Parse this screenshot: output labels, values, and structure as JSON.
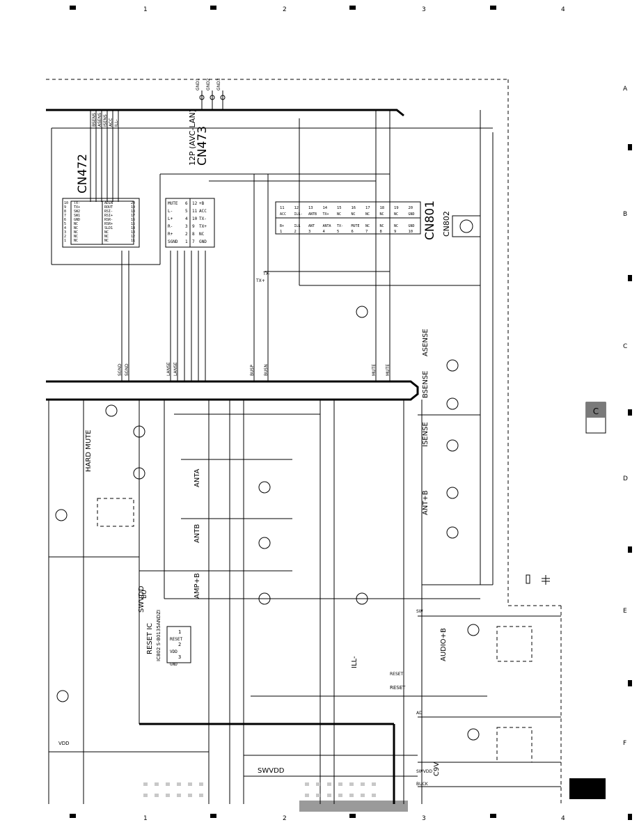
{
  "margin_markers": {
    "top": [
      "1",
      "2",
      "3",
      "4"
    ],
    "bottom": [
      "1",
      "2",
      "3",
      "4"
    ],
    "right": [
      "A",
      "B",
      "C",
      "D",
      "E",
      "F"
    ]
  },
  "connectors": {
    "cn472": {
      "name": "CN472",
      "pins_left": [
        "1",
        "2",
        "3",
        "4",
        "5",
        "6",
        "7",
        "8",
        "9",
        "10"
      ],
      "pins_right": [
        "11",
        "12",
        "13",
        "14",
        "15",
        "16",
        "17",
        "18",
        "19",
        "20"
      ],
      "signals_left": [
        "NC",
        "NC",
        "NC",
        "NC",
        "NC",
        "GND",
        "SW1",
        "SW2",
        "TX+",
        "TX-"
      ],
      "signals_right": [
        "NC",
        "NC",
        "NC",
        "SLD1",
        "RSR+",
        "RSR-",
        "RSI+",
        "RSI-",
        "ROUT",
        "ADIN"
      ]
    },
    "cn473": {
      "name": "CN473",
      "subtitle": "12P (AVC-LAN)",
      "pins_left": [
        "1",
        "2",
        "3",
        "4",
        "5",
        "6"
      ],
      "pins_right": [
        "7",
        "8",
        "9",
        "10",
        "11",
        "12"
      ],
      "signals_left": [
        "SGND",
        "R+",
        "R-",
        "L+",
        "L-",
        "MUTE"
      ],
      "signals_right": [
        "GND",
        "NC",
        "TX+",
        "TX-",
        "ACC",
        "+B"
      ]
    },
    "cn801": {
      "name": "CN801",
      "pins_left": [
        "1",
        "2",
        "3",
        "4",
        "5",
        "6",
        "7",
        "8",
        "9",
        "10"
      ],
      "pins_right": [
        "11",
        "12",
        "13",
        "14",
        "15",
        "16",
        "17",
        "18",
        "19",
        "20"
      ],
      "signals_left": [
        "B+",
        "ILL",
        "ANT",
        "ANTA",
        "TX-",
        "MUTE",
        "NC",
        "NC",
        "NC",
        "GND"
      ],
      "signals_right": [
        "ACC",
        "ILL-",
        "ANTB",
        "TX+",
        "NC",
        "NC",
        "NC",
        "NC",
        "NC",
        "GND"
      ]
    },
    "cn802": {
      "name": "CN802"
    }
  },
  "blocks": {
    "hard_mute": "HARD MUTE",
    "anta": "ANTA",
    "antb": "ANTB",
    "ampb": "AMP+B",
    "reset_ic": "RESET IC",
    "reset_ic_part": "IC802 S-80135ANDZI",
    "swvdd": "SWVDD",
    "swvdd_bottom": "SWVDD",
    "ill": "ILL-",
    "asense": "ASENSE",
    "bsense": "BSENSE",
    "isense": "ISENSE",
    "antb_right": "ANT+B",
    "audiob": "AUDIO+B",
    "c9v": "C9V",
    "bu": "BU",
    "reset": "RESET",
    "vdd": "VDD"
  },
  "reset_pins": [
    "1",
    "2",
    "3"
  ],
  "reset_pin_names": [
    "RESET",
    "VDD",
    "GND"
  ],
  "net_labels": {
    "gnd_terms": [
      "GND1",
      "GND2",
      "GND3"
    ],
    "top_bus": [
      "BSENS",
      "ASENS",
      "ISENS",
      "ACC",
      "ILL-"
    ],
    "mid_bus": [
      "SGND",
      "SGND",
      "LANSE",
      "LANSE",
      "BUSP",
      "BUSN",
      "MUTE",
      "MUTE"
    ],
    "right_nets": [
      "SWVDD",
      "RESET",
      "BUCK",
      "AD",
      "SW",
      "TX+",
      "TX-"
    ]
  },
  "section_tab": "C",
  "section_tab_sub": "",
  "page_badge": ""
}
